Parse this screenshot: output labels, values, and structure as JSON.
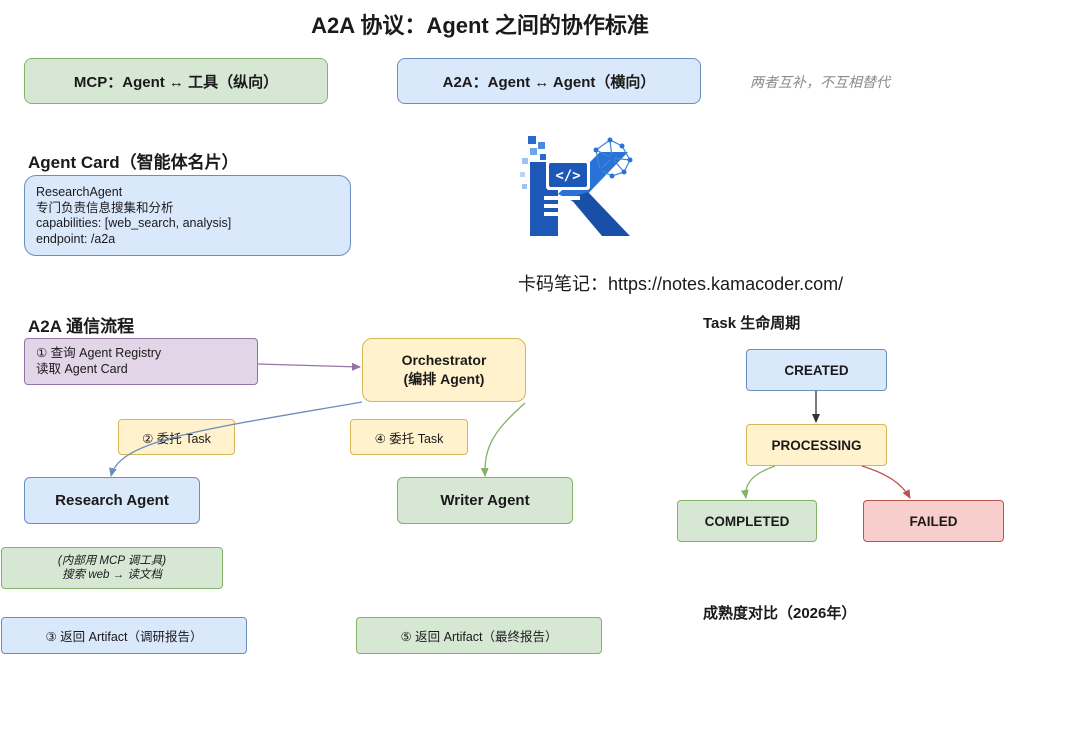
{
  "title": "A2A 协议：Agent 之间的协作标准",
  "mcp_box": "MCP：Agent ↔ 工具（纵向）",
  "a2a_box": "A2A：Agent ↔ Agent（横向）",
  "complement_note": "两者互补，不互相替代",
  "agent_card": {
    "heading": "Agent Card（智能体名片）",
    "lines": [
      "ResearchAgent",
      "专门负责信息搜集和分析",
      "capabilities: [web_search, analysis]",
      "endpoint: /a2a"
    ]
  },
  "website": "卡码笔记：https://notes.kamacoder.com/",
  "flow": {
    "heading": "A2A 通信流程",
    "step1": [
      "① 查询 Agent Registry",
      "读取 Agent Card"
    ],
    "orchestrator": [
      "Orchestrator",
      "(编排 Agent)"
    ],
    "step2": "② 委托 Task",
    "step4": "④ 委托 Task",
    "research_agent": "Research Agent",
    "writer_agent": "Writer Agent",
    "internal_note": [
      "(内部用 MCP 调工具)",
      "搜索 web → 读文档"
    ],
    "step3": "③ 返回 Artifact（调研报告）",
    "step5": "⑤ 返回 Artifact（最终报告）"
  },
  "lifecycle": {
    "heading": "Task 生命周期",
    "created": "CREATED",
    "processing": "PROCESSING",
    "completed": "COMPLETED",
    "failed": "FAILED"
  },
  "maturity_heading": "成熟度对比（2026年）",
  "colors": {
    "green_fill": "#d6e8d4",
    "green_stroke": "#82b366",
    "blue_fill": "#dae8fc",
    "blue_stroke": "#6c8ebf",
    "purple_fill": "#e1d5e7",
    "purple_stroke": "#9673a6",
    "yellow_fill": "#fff2cc",
    "yellow_stroke": "#d6b656",
    "red_fill": "#f8cecc",
    "red_stroke": "#b85450",
    "logo_blue": "#1f5fbf"
  }
}
